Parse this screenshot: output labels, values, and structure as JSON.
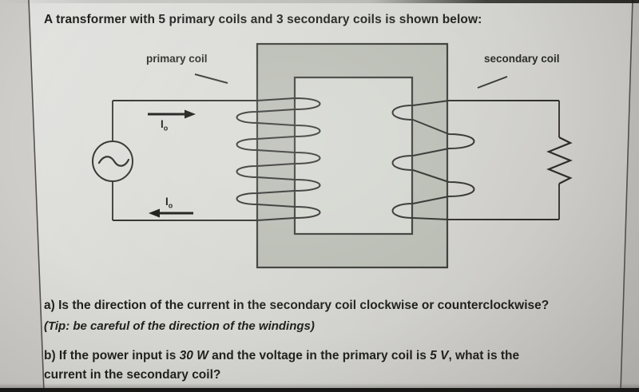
{
  "page": {
    "title": "A transformer with 5 primary coils and 3 secondary coils is shown below:",
    "questions": {
      "a": "a) Is the direction of the current in the secondary coil clockwise or counterclockwise?",
      "tip": "(Tip: be careful of the direction of the windings)",
      "b_prefix": "b) If the power input is ",
      "b_power": "30 W",
      "b_mid": " and the voltage in the primary coil is ",
      "b_voltage": "5 V",
      "b_suffix": ",  what is the",
      "b_line2": "current in the secondary coil?"
    }
  },
  "diagram": {
    "primary_label": "primary coil",
    "secondary_label": "secondary coil",
    "primary_turns": 5,
    "secondary_turns": 3,
    "current_symbol": "I",
    "current_subscript": "o",
    "colors": {
      "background": "#d6d6d2",
      "core_fill": "#b9bcb3",
      "core_window_fill": "#d3d5cf",
      "wire_stroke": "#2d2d2b",
      "text": "#1f1f1d",
      "bottom_bar": "#141412"
    }
  }
}
